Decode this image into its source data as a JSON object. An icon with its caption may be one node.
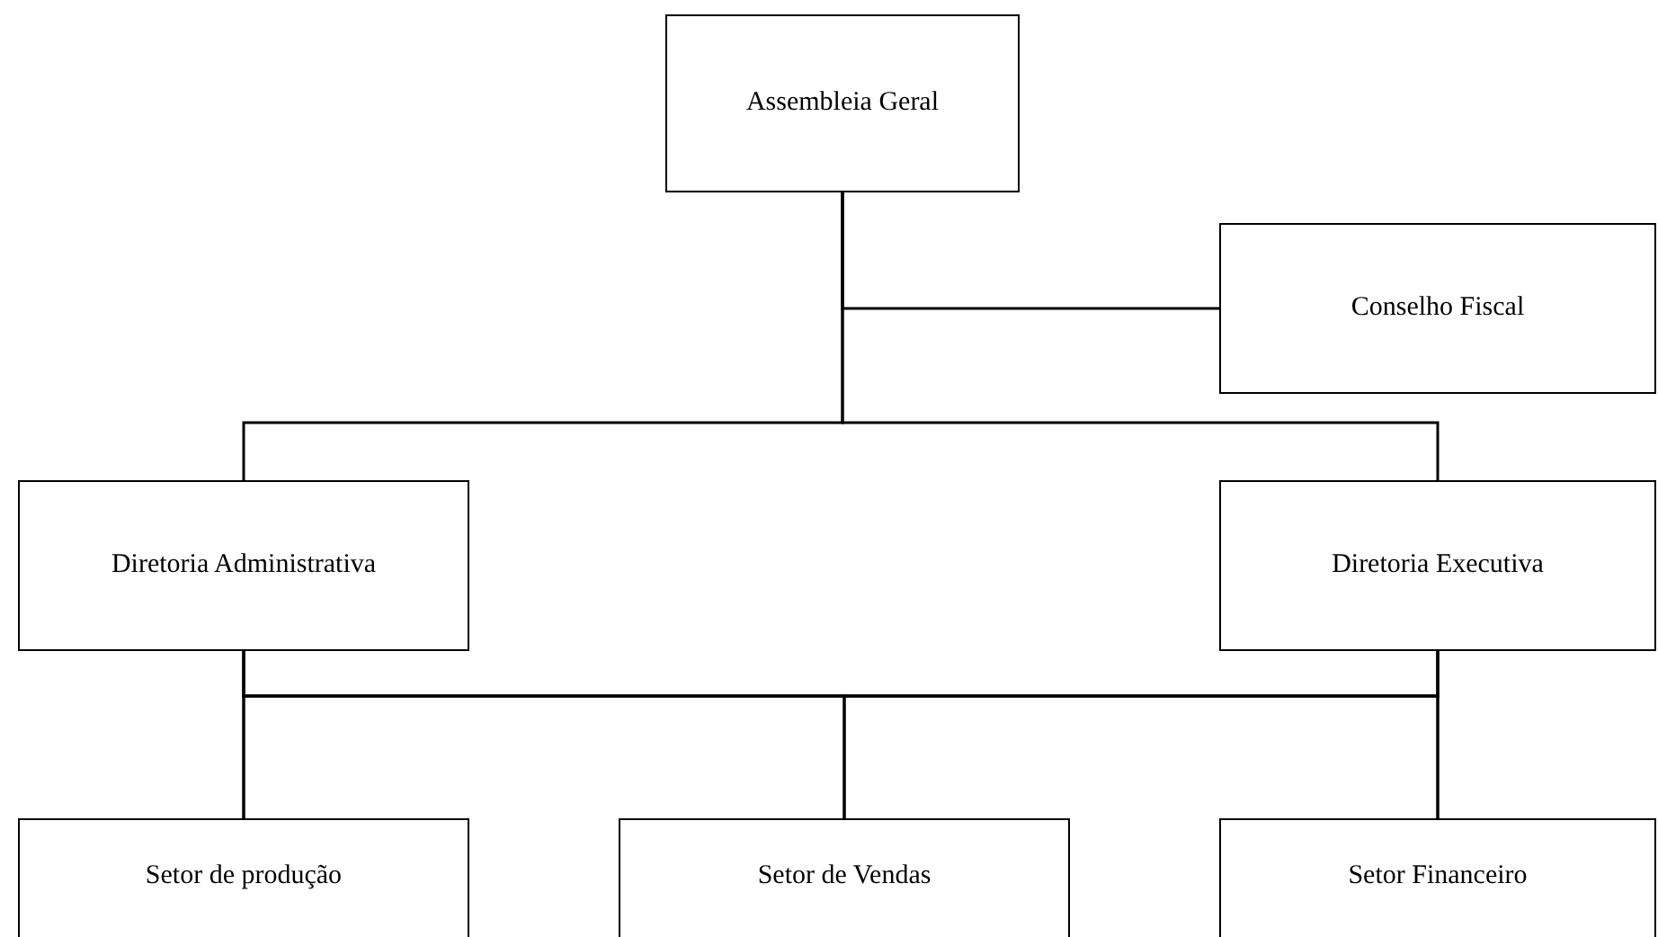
{
  "diagram": {
    "nodes": [
      {
        "text": [
          "Assembleia Geral"
        ]
      },
      {
        "text": [
          "Conselho Fiscal"
        ]
      },
      {
        "text": [
          "Diretoria Administrativa"
        ]
      },
      {
        "text": [
          "Diretoria Executiva"
        ]
      },
      {
        "text": [
          "Setor de produção"
        ]
      },
      {
        "text": [
          "Setor de Vendas"
        ]
      },
      {
        "text": [
          "Setor Financeiro"
        ]
      }
    ],
    "edges": [
      {
        "from": 0,
        "to": 1,
        "arrow": "none"
      },
      {
        "from": 0,
        "to": 2,
        "arrow": "none"
      },
      {
        "from": 0,
        "to": 3,
        "arrow": "none"
      },
      {
        "from": 2,
        "to": 4,
        "arrow": "none"
      },
      {
        "from": 2,
        "to": 5,
        "arrow": "none"
      },
      {
        "from": 2,
        "to": 6,
        "arrow": "none"
      },
      {
        "from": 3,
        "to": 4,
        "arrow": "none"
      },
      {
        "from": 3,
        "to": 5,
        "arrow": "none"
      },
      {
        "from": 3,
        "to": 6,
        "arrow": "none"
      }
    ]
  }
}
